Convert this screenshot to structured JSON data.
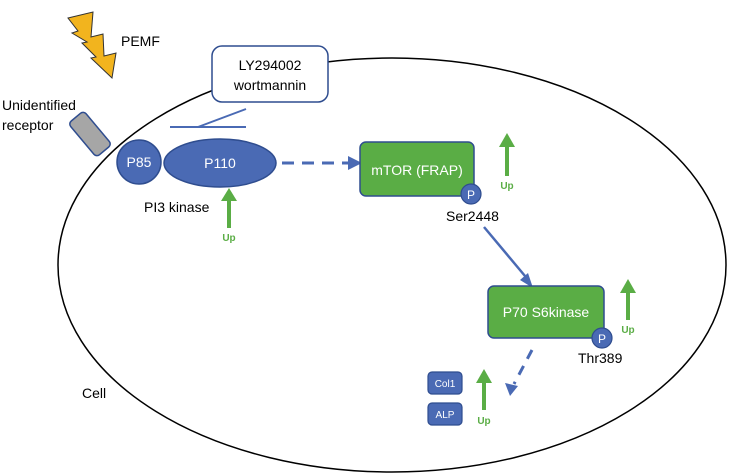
{
  "stimulus": {
    "label": "PEMF",
    "bolt_color": "#f2b41e"
  },
  "inhibitor": {
    "line1": "LY294002",
    "line2": "wortmannin"
  },
  "receptor": {
    "line1": "Unidentified",
    "line2": "receptor"
  },
  "pi3k": {
    "p85": "P85",
    "p110": "P110",
    "label": "PI3 kinase",
    "up": "Up"
  },
  "mtor": {
    "label": "mTOR (FRAP)",
    "phospho": "P",
    "site": "Ser2448",
    "up": "Up"
  },
  "p70": {
    "label": "P70 S6kinase",
    "phospho": "P",
    "site": "Thr389",
    "up": "Up"
  },
  "targets": {
    "items": [
      "Col1",
      "ALP"
    ],
    "up": "Up"
  },
  "cell": {
    "label": "Cell"
  },
  "colors": {
    "blue_fill": "#4a6ab4",
    "blue_stroke": "#2f4d8f",
    "green_fill": "#5aad45",
    "green_stroke": "#3e8630",
    "up_arrow": "#5aad45",
    "receptor_fill": "#a6a6a6"
  }
}
